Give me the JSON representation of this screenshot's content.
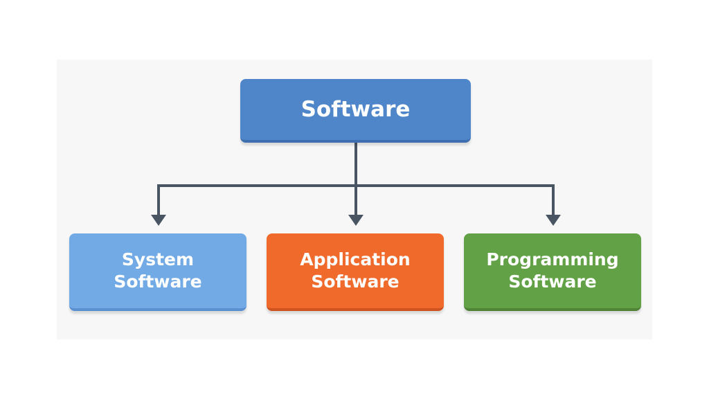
{
  "diagram": {
    "root": {
      "label": "Software",
      "color": "#4e86c9"
    },
    "children": [
      {
        "line1": "System",
        "line2": "Software",
        "color": "#72aae6"
      },
      {
        "line1": "Application",
        "line2": "Software",
        "color": "#f06a2c"
      },
      {
        "line1": "Programming",
        "line2": "Software",
        "color": "#62a146"
      }
    ],
    "connector_color": "#4a5563",
    "background_color": "#f7f7f7"
  }
}
